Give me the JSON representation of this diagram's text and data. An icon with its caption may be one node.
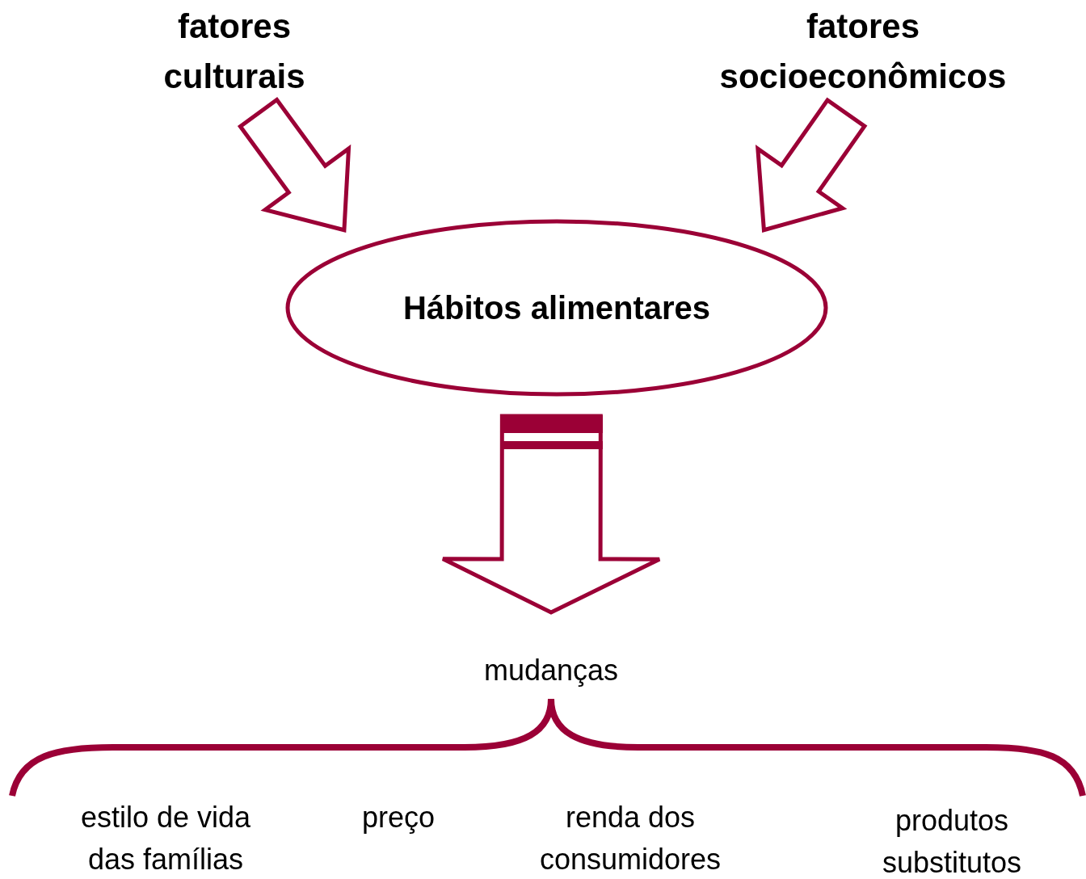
{
  "diagram": {
    "nodes": [
      {
        "text": [
          "fatores culturais"
        ]
      },
      {
        "text": [
          "fatores socioeconômicos"
        ]
      },
      {
        "text": [
          "Hábitos alimentares"
        ]
      },
      {
        "text": [
          "mudanças"
        ]
      },
      {
        "text": [
          "estilo de vida das famílias"
        ]
      },
      {
        "text": [
          "preço"
        ]
      },
      {
        "text": [
          "renda dos consumidores"
        ]
      },
      {
        "text": [
          "produtos substitutos"
        ]
      }
    ],
    "edges": [
      {
        "from": 0,
        "to": 2,
        "arrow": "to"
      },
      {
        "from": 1,
        "to": 2,
        "arrow": "to"
      },
      {
        "from": 2,
        "to": 3,
        "arrow": "to"
      }
    ]
  }
}
